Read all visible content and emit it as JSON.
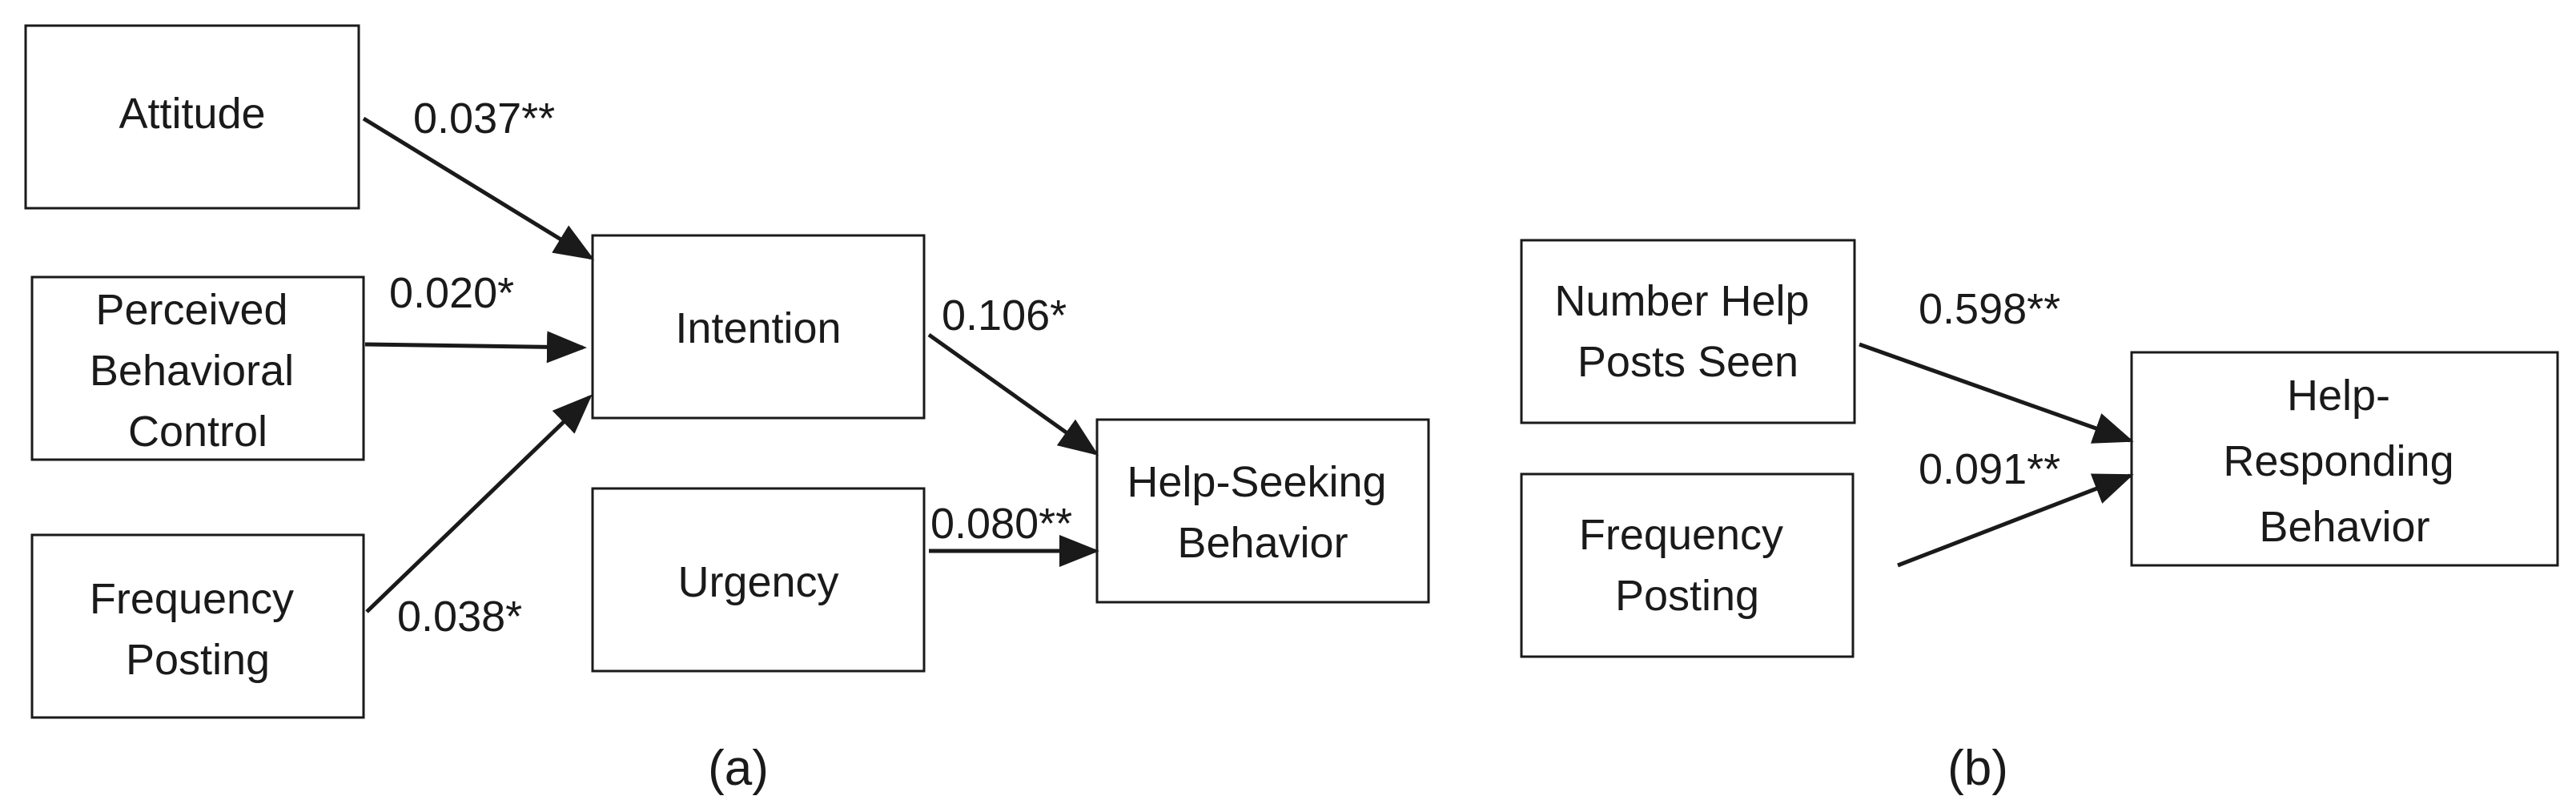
{
  "panel_a": {
    "caption": "(a)",
    "nodes": {
      "attitude": [
        "Attitude"
      ],
      "pbc": [
        "Perceived",
        "Behavioral",
        "Control"
      ],
      "freq": [
        "Frequency",
        "Posting"
      ],
      "intention": [
        "Intention"
      ],
      "urgency": [
        "Urgency"
      ],
      "hsb": [
        "Help-Seeking",
        "Behavior"
      ]
    },
    "paths": {
      "attitude_intention": "0.037**",
      "pbc_intention": "0.020*",
      "freq_intention": "0.038*",
      "intention_hsb": "0.106*",
      "urgency_hsb": "0.080**"
    }
  },
  "panel_b": {
    "caption": "(b)",
    "nodes": {
      "seen": [
        "Number Help",
        "Posts Seen"
      ],
      "freq": [
        "Frequency",
        "Posting"
      ],
      "hrb": [
        "Help-",
        "Responding",
        "Behavior"
      ]
    },
    "paths": {
      "seen_hrb": "0.598**",
      "freq_hrb": "0.091**"
    }
  }
}
